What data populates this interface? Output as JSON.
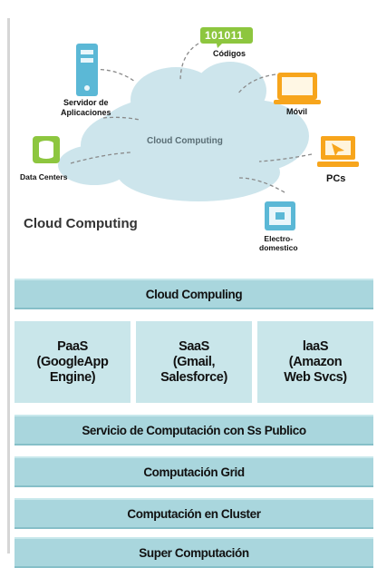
{
  "diagram": {
    "labels": {
      "codes_binary": "101011",
      "codes": "Códigos",
      "server_line1": "Servidor de",
      "server_line2": "Aplicaciones",
      "mobile": "Móvil",
      "cloud_inner": "Cloud Computing",
      "data_centers": "Data Centers",
      "pcs": "PCs",
      "appliance_line1": "Electro-",
      "appliance_line2": "domestico",
      "cloud_title": "Cloud Computing"
    },
    "colors": {
      "cloud": "#cde5ec",
      "accent_green": "#8dc63f",
      "accent_blue": "#5bb8d6",
      "accent_orange": "#f7a51c",
      "band": "#a9d6dd",
      "tile": "#c9e6ea"
    }
  },
  "stack": {
    "top_band": "Cloud Compuling",
    "services": [
      {
        "line1": "PaaS",
        "line2": "(GoogleApp",
        "line3": "Engine)"
      },
      {
        "line1": "SaaS",
        "line2": "(Gmail,",
        "line3": "Salesforce)"
      },
      {
        "line1": "laaS",
        "line2": "(Amazon",
        "line3": "Web Svcs)"
      }
    ],
    "layers": [
      "Servicio de Computación con Ss Publico",
      "Computación Grid",
      "Computación en Cluster",
      "Super Computación"
    ]
  }
}
